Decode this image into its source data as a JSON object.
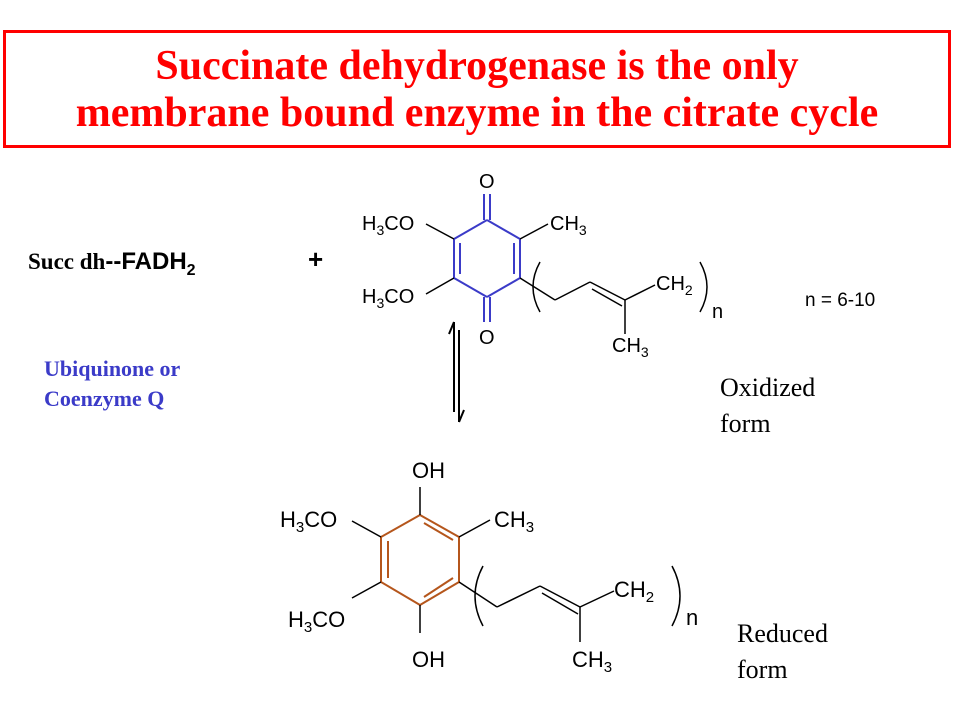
{
  "title": {
    "line1": "Succinate dehydrogenase is the only",
    "line2": "membrane bound enzyme in the citrate cycle"
  },
  "reactant": {
    "enzyme": "Succ dh",
    "cofactor": "--FADH",
    "cofactor_sub": "2",
    "plus": "+"
  },
  "ubiquinone_label": {
    "line1": "Ubiquinone or",
    "line2": "Coenzyme Q"
  },
  "oxidized_label": {
    "line1": "Oxidized",
    "line2": "form"
  },
  "reduced_label": {
    "line1": "Reduced",
    "line2": "form"
  },
  "repeat_note": "n = 6-10",
  "oxidized_structure": {
    "top": "O",
    "bottom": "O",
    "upper_left_main": "H",
    "upper_left_sub": "3",
    "upper_left_tail": "CO",
    "lower_left_main": "H",
    "lower_left_sub": "3",
    "lower_left_tail": "CO",
    "right_main": "CH",
    "right_sub": "3",
    "chain_main": "CH",
    "chain_sub": "2",
    "chain_methyl_main": "CH",
    "chain_methyl_sub": "3",
    "n": "n"
  },
  "reduced_structure": {
    "top": "OH",
    "bottom": "OH",
    "upper_left_main": "H",
    "upper_left_sub": "3",
    "upper_left_tail": "CO",
    "lower_left_main": "H",
    "lower_left_sub": "3",
    "lower_left_tail": "CO",
    "right_main": "CH",
    "right_sub": "3",
    "chain_main": "CH",
    "chain_sub": "2",
    "chain_methyl_main": "CH",
    "chain_methyl_sub": "3",
    "n": "n"
  },
  "colors": {
    "title": "#ff0000",
    "ubiquinone_label": "#3b3bc8",
    "oxidized_ring": "#3b3bc8",
    "reduced_ring": "#b5561c",
    "text": "#000000"
  }
}
